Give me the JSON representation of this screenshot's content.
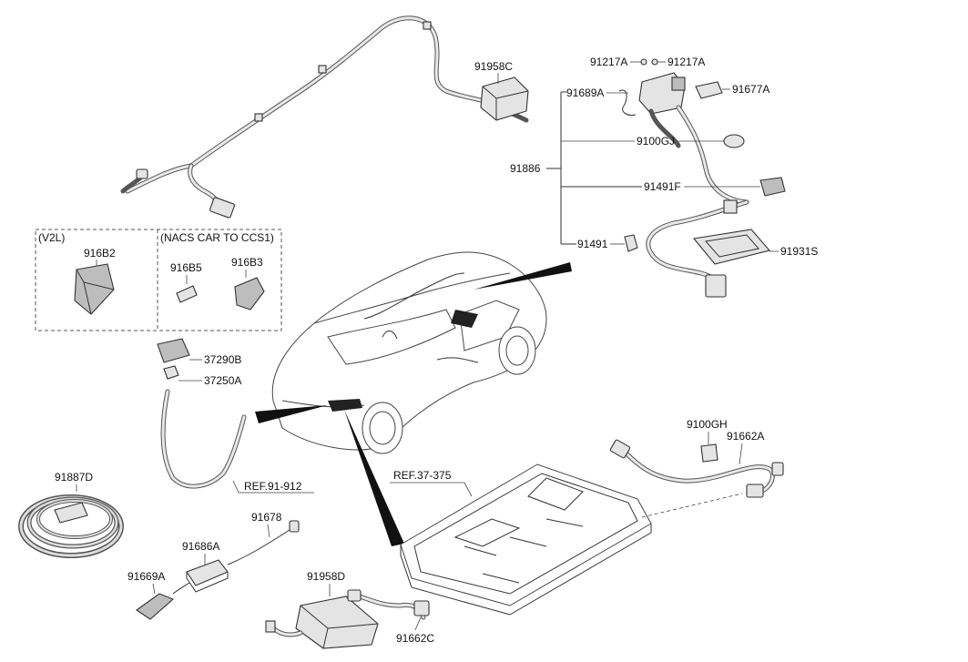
{
  "labels": {
    "p91958C": "91958C",
    "p91217A_l": "91217A",
    "p91217A_r": "91217A",
    "p91689A": "91689A",
    "p91677A": "91677A",
    "p9100GJ": "9100GJ",
    "p91886": "91886",
    "p91491F": "91491F",
    "p91491": "91491",
    "p91931S": "91931S",
    "v2l": "(V2L)",
    "nacs": "(NACS CAR TO CCS1)",
    "p916B2": "916B2",
    "p916B5": "916B5",
    "p916B3": "916B3",
    "p37290B": "37290B",
    "p37250A": "37250A",
    "ref91912": "REF.91-912",
    "ref37375": "REF.37-375",
    "p9100GH": "9100GH",
    "p91662A": "91662A",
    "p91887D": "91887D",
    "p91678": "91678",
    "p91686A": "91686A",
    "p91669A": "91669A",
    "p91958D": "91958D",
    "p91662C": "91662C"
  }
}
